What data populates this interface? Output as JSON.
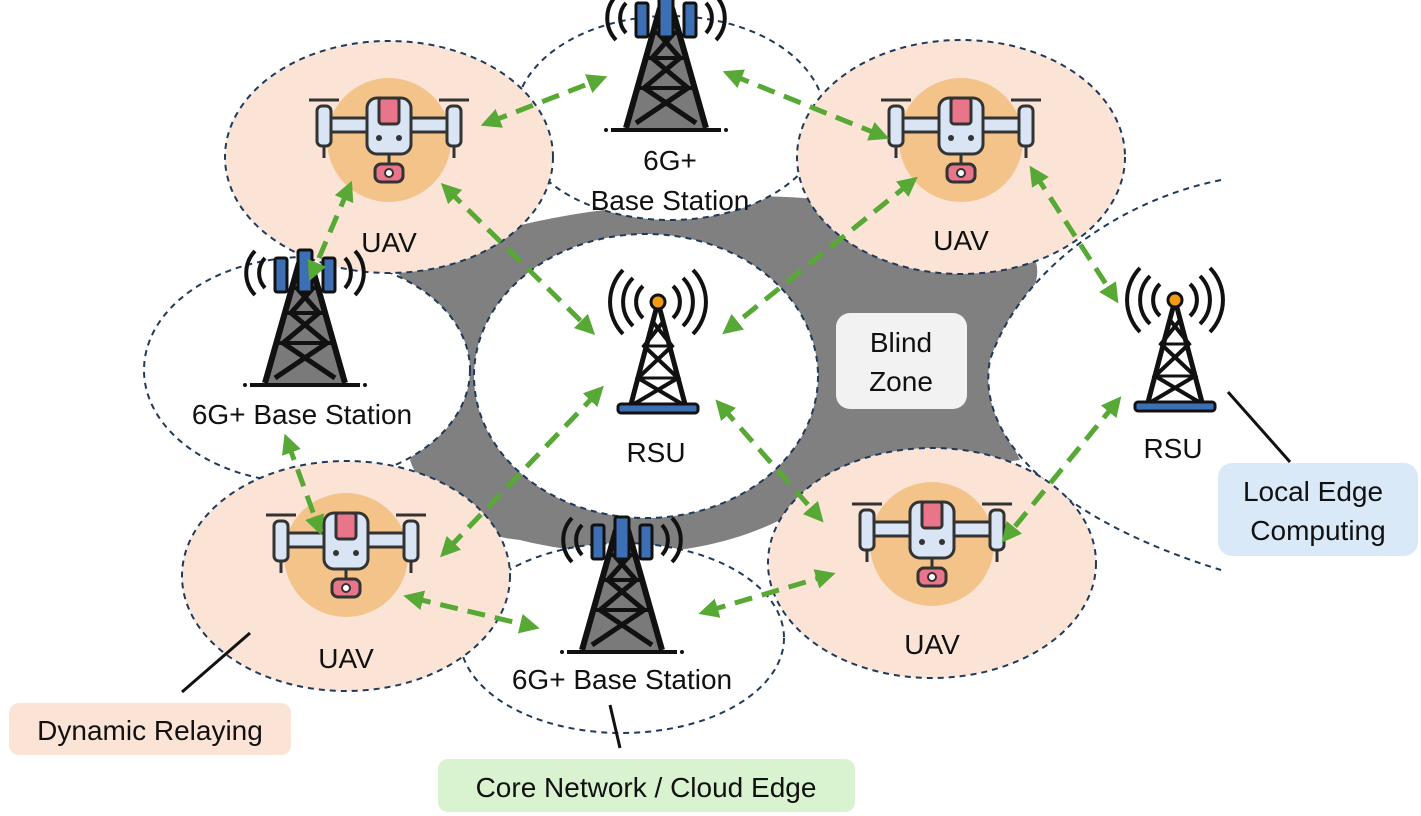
{
  "nodes": {
    "bs_top": {
      "label_line1": "6G+",
      "label_line2": "Base Station"
    },
    "bs_left": {
      "label": "6G+ Base Station"
    },
    "bs_bottom": {
      "label": "6G+ Base Station"
    },
    "uav_top_left": {
      "label": "UAV"
    },
    "uav_top_right": {
      "label": "UAV"
    },
    "uav_bottom_left": {
      "label": "UAV"
    },
    "uav_bottom_right": {
      "label": "UAV"
    },
    "rsu_center": {
      "label": "RSU"
    },
    "rsu_right": {
      "label": "RSU"
    }
  },
  "blind_zone": {
    "line1": "Blind",
    "line2": "Zone"
  },
  "callouts": {
    "dynamic_relaying": "Dynamic Relaying",
    "core_network": "Core Network / Cloud Edge",
    "local_edge_line1": "Local Edge",
    "local_edge_line2": "Computing"
  },
  "colors": {
    "uav_zone": "#fbe3d6",
    "uav_inner": "#f3c38a",
    "blind_zone": "#808080",
    "link": "#57a835",
    "relay_box": "#fbe3d6",
    "core_box": "#d9f2d0",
    "edge_box": "#dae9f7"
  }
}
